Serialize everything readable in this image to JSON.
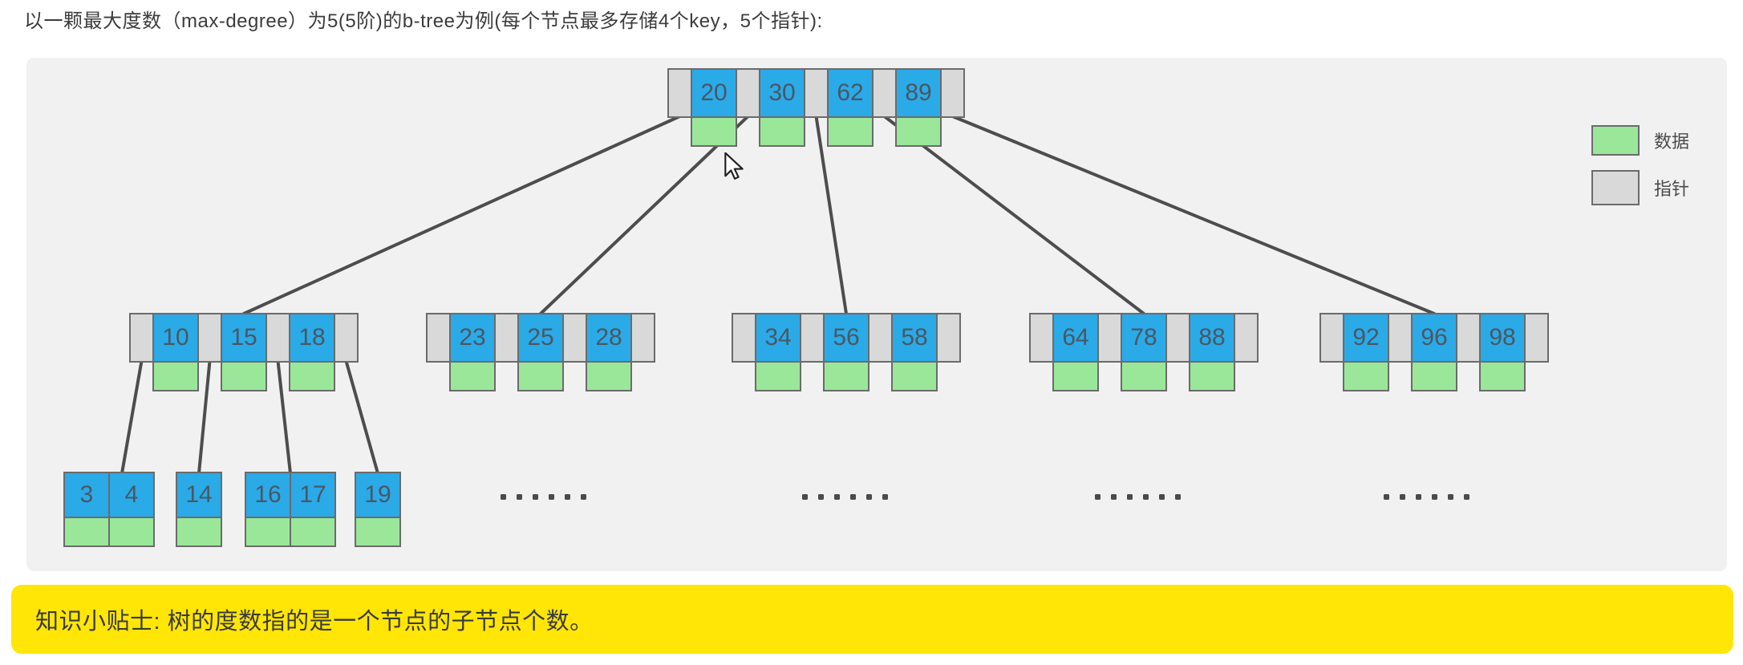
{
  "page": {
    "title": "以一颗最大度数（max-degree）为5(5阶)的b-tree为例(每个节点最多存储4个key，5个指针):",
    "tip": "知识小贴士: 树的度数指的是一个节点的子节点个数。"
  },
  "legend": {
    "items": [
      {
        "label": "数据",
        "type": "data"
      },
      {
        "label": "指针",
        "type": "pointer"
      }
    ]
  },
  "btree": {
    "root": [
      "20",
      "30",
      "62",
      "89"
    ],
    "internal_nodes": [
      [
        "10",
        "15",
        "18"
      ],
      [
        "23",
        "25",
        "28"
      ],
      [
        "34",
        "56",
        "58"
      ],
      [
        "64",
        "78",
        "88"
      ],
      [
        "92",
        "96",
        "98"
      ]
    ],
    "leaf_nodes": [
      [
        "3",
        "4"
      ],
      [
        "14"
      ],
      [
        "16",
        "17"
      ],
      [
        "19"
      ]
    ],
    "ellipsis_groups": 4,
    "dots_per_group": 6
  },
  "colors": {
    "key_box": "#2baae8",
    "data_box": "#9ae79a",
    "pointer_box": "#d9d9d9",
    "cell_border": "#6b6b6b",
    "line": "#4d4d4d",
    "panel_bg": "#f1f1f1",
    "banner_bg": "#ffe606",
    "dot": "#4a4a4a"
  }
}
